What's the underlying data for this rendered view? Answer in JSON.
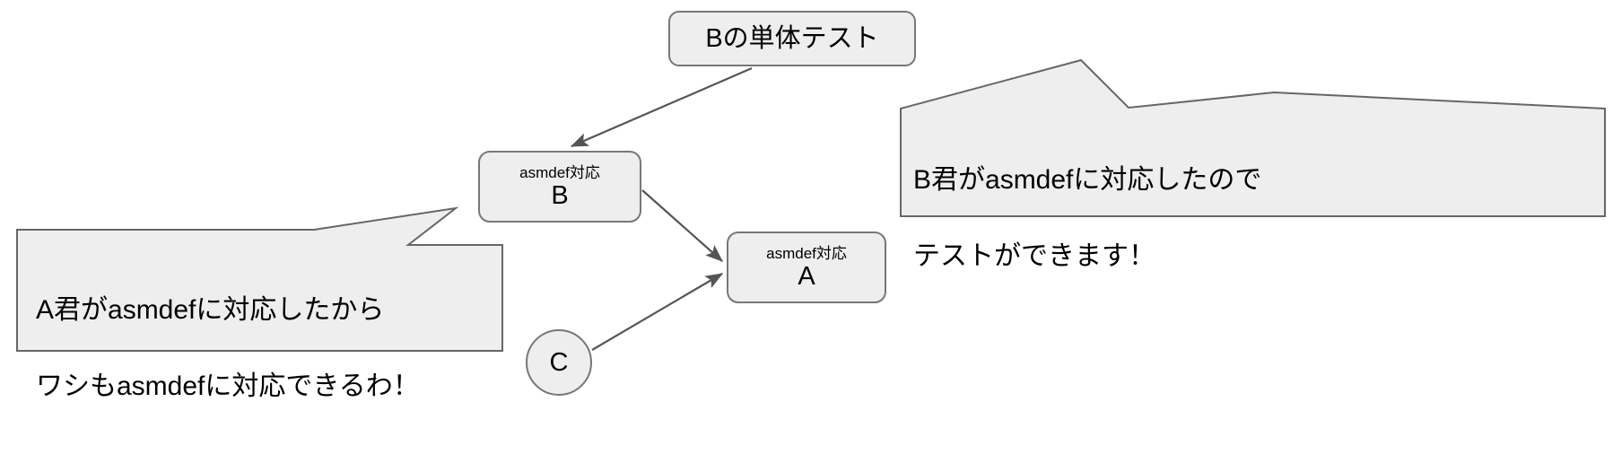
{
  "diagram": {
    "title": "asmdef dependency diagram",
    "colors": {
      "shape_fill": "#eeeeee",
      "shape_stroke": "#777777",
      "bubble_fill": "#eeeeee",
      "bubble_stroke": "#666666",
      "edge_stroke": "#555555",
      "background": "#ffffff",
      "text": "#000000"
    }
  },
  "nodes": {
    "test": {
      "label": "Bの単体テスト",
      "shape": "rounded-rect"
    },
    "b": {
      "sub_label": "asmdef対応",
      "main_label": "B",
      "shape": "rounded-rect"
    },
    "a": {
      "sub_label": "asmdef対応",
      "main_label": "A",
      "shape": "rounded-rect"
    },
    "c": {
      "main_label": "C",
      "shape": "circle"
    }
  },
  "bubbles": {
    "left": {
      "line1": "A君がasmdefに対応したから",
      "line2": "ワシもasmdefに対応できるわ！",
      "tail_direction": "up-right"
    },
    "right": {
      "line1": "B君がasmdefに対応したので",
      "line2": "テストができます！",
      "tail_direction": "up-left"
    }
  },
  "edges": [
    {
      "name": "test-to-b",
      "from": "test",
      "to": "b",
      "arrow": "end"
    },
    {
      "name": "b-to-a",
      "from": "b",
      "to": "a",
      "arrow": "end"
    },
    {
      "name": "c-to-a",
      "from": "c",
      "to": "a",
      "arrow": "end"
    }
  ]
}
